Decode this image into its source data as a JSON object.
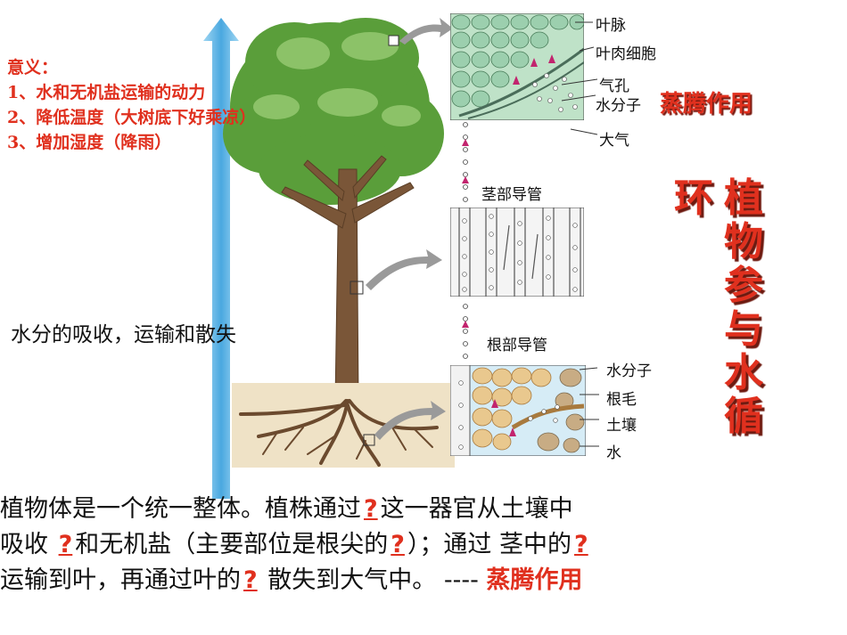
{
  "significance": {
    "title": "意义：",
    "items": [
      "1、水和无机盐运输的动力",
      "2、降低温度（大树底下好乘凉）",
      "3、增加湿度（降雨）"
    ]
  },
  "left_note": "水分的吸收，运输和散失",
  "labels": {
    "leaf": [
      "叶脉",
      "叶肉细胞",
      "气孔",
      "水分子",
      "大气"
    ],
    "transpiration": "蒸腾作用",
    "stem": "茎部导管",
    "root": "根部导管",
    "root_side": [
      "水分子",
      "根毛",
      "土壤",
      "水"
    ]
  },
  "vertical_title": {
    "col1": "环",
    "col2": "植物参与水循"
  },
  "bottom": {
    "line1_a": "植物体是一个统一整体。植株通过",
    "q": "?",
    "line1_b": "这一器官从土壤中",
    "line2_a": "吸收 ",
    "line2_b": "和无机盐（主要部位是根尖的",
    "line2_c": "）；通过 茎中的",
    "line3_a": "运输到叶，再通过叶的",
    "line3_b": " 散失到大气中。 ---- ",
    "line3_c": "蒸腾作用"
  },
  "colors": {
    "accent_red": "#e0301e",
    "arrow_blue": "#5eb6e6",
    "water_dots": "#c2246e"
  }
}
